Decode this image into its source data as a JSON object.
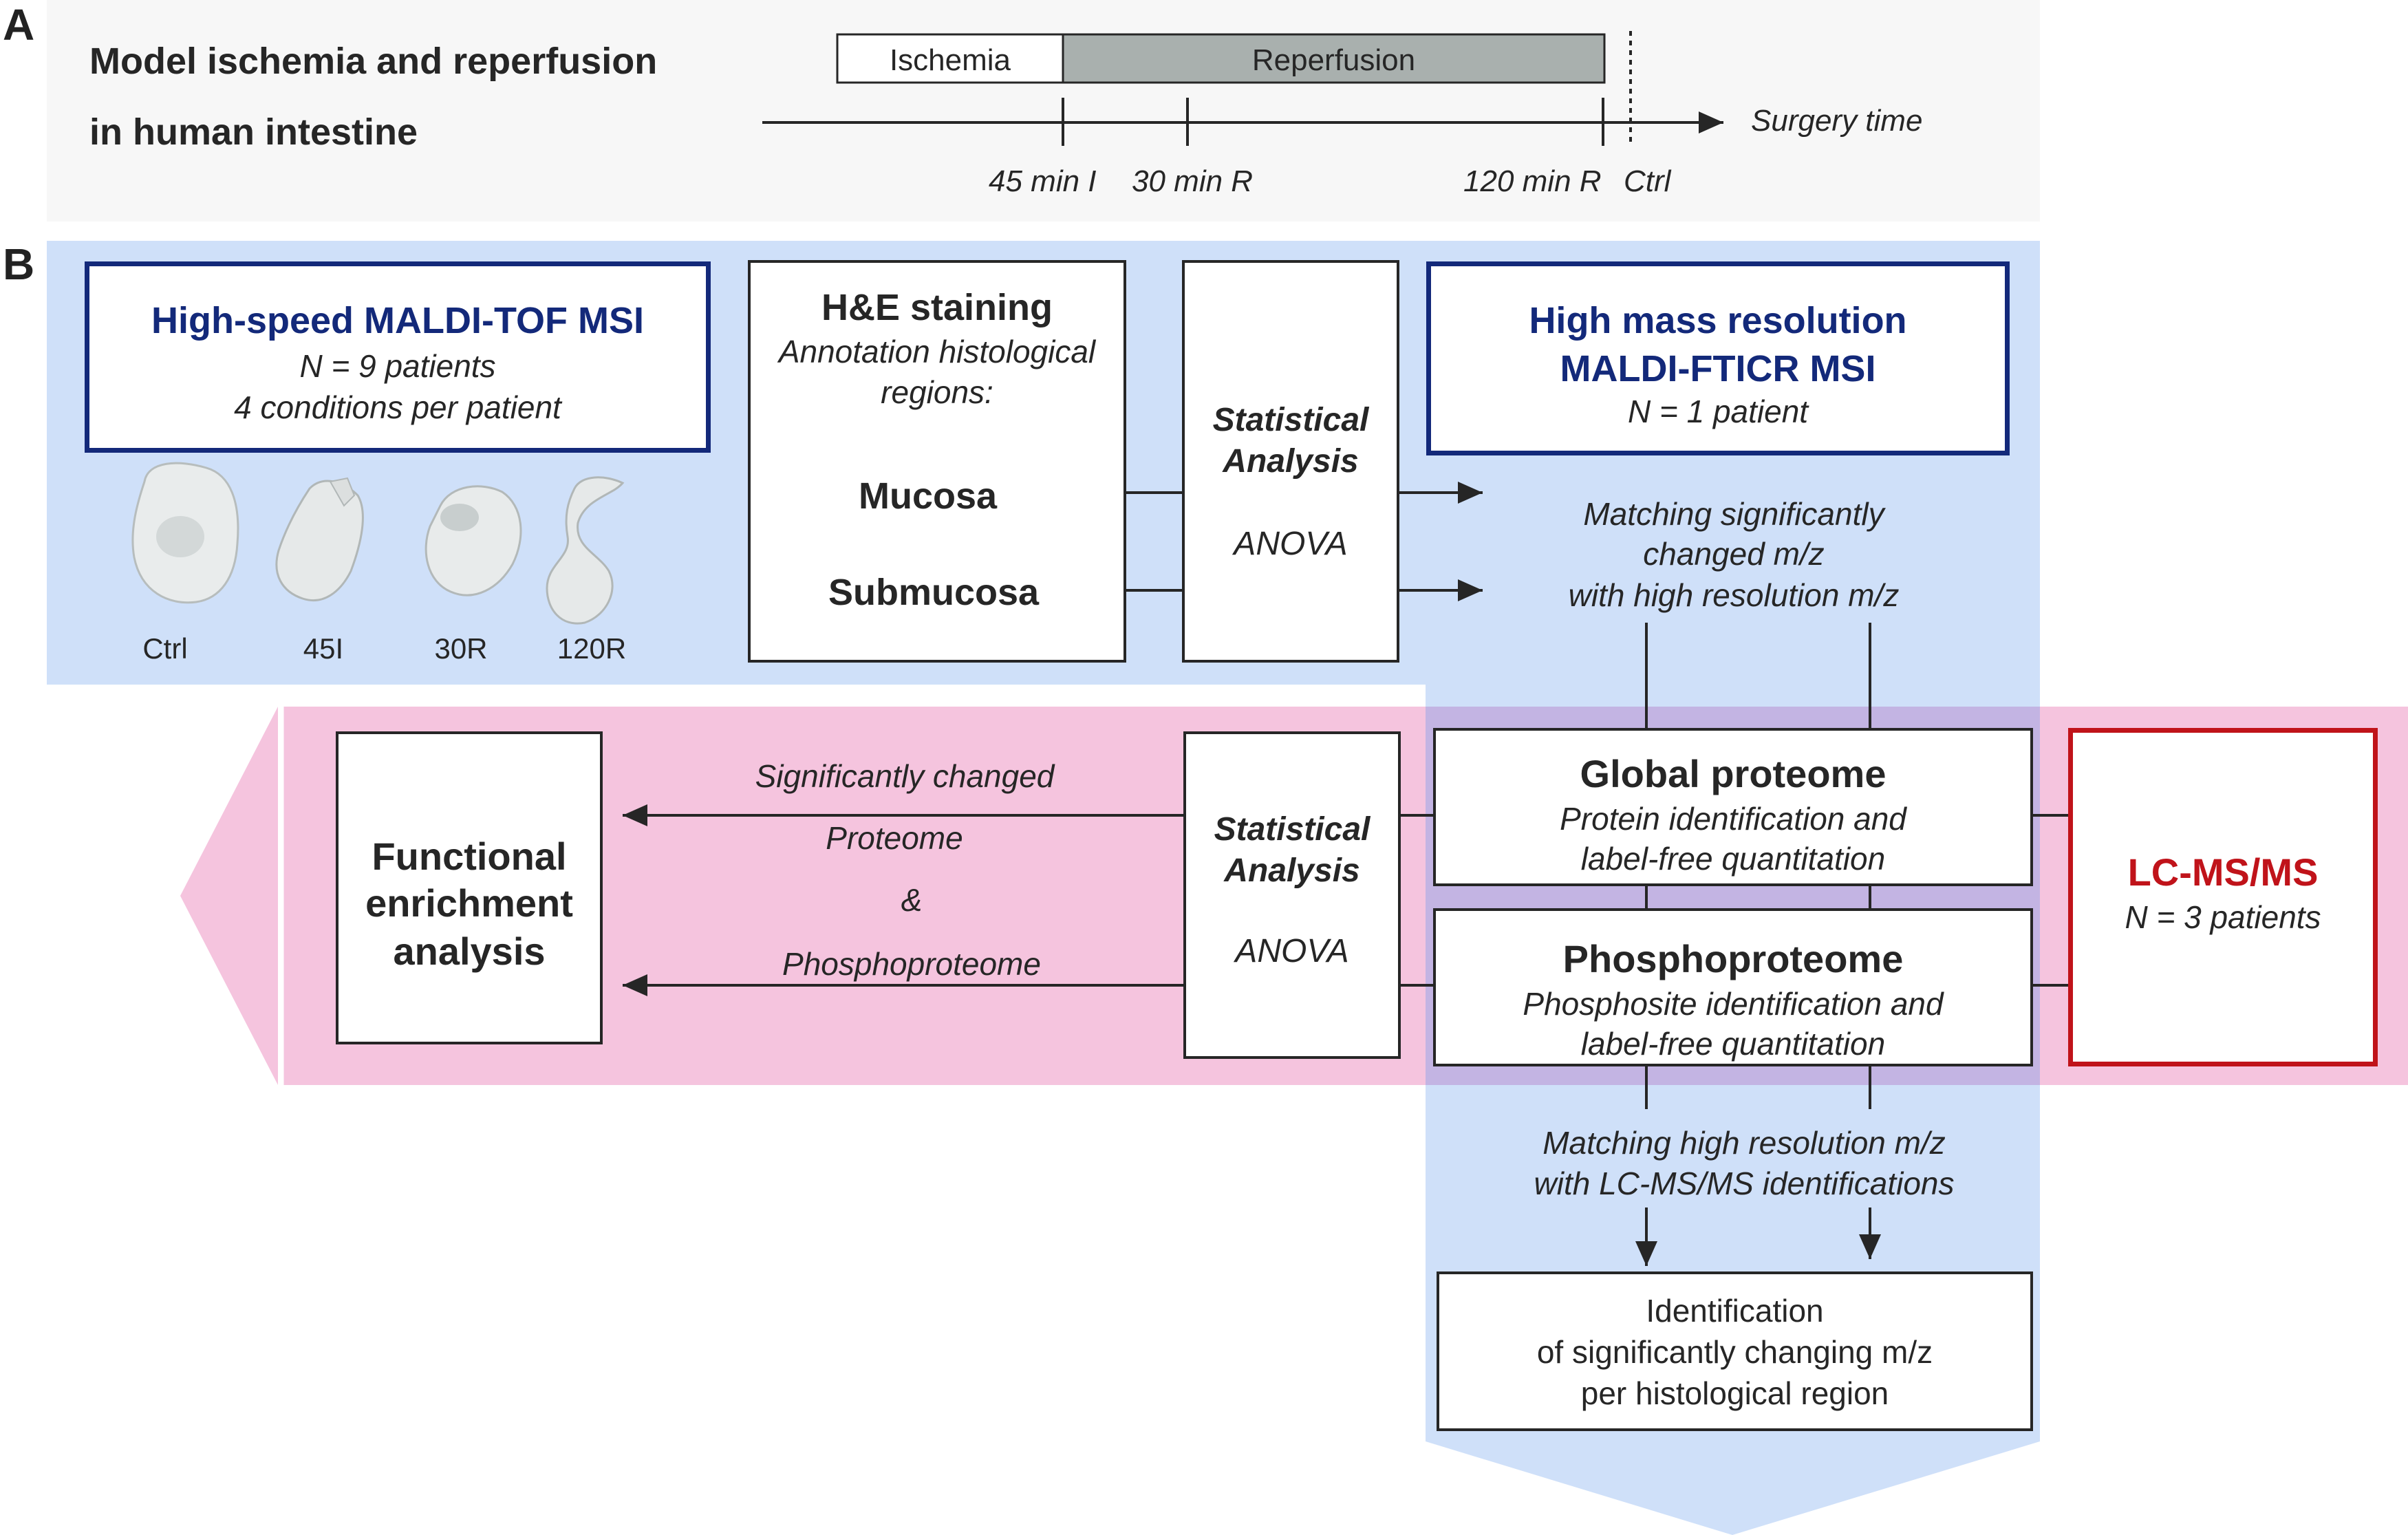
{
  "colors": {
    "panel_a_bg": "#f7f7f7",
    "blue_panel": "#cfe0f9",
    "pink_panel": "#f5c4de",
    "overlap": "#c3b4e3",
    "navy": "#13297a",
    "red": "#c0131a",
    "reperfusion_bar": "#a9b0ae"
  },
  "panel_a": {
    "letter": "A",
    "title_line1": "Model ischemia and reperfusion",
    "title_line2": "in human intestine",
    "ischemia_label": "Ischemia",
    "reperfusion_label": "Reperfusion",
    "axis_label": "Surgery time",
    "ticks": [
      "45 min I",
      "30 min R",
      "120 min R",
      "Ctrl"
    ]
  },
  "panel_b": {
    "letter": "B",
    "tof_box": {
      "title": "High-speed MALDI-TOF MSI",
      "line1": "N = 9 patients",
      "line2": "4 conditions per patient"
    },
    "tissue_labels": [
      "Ctrl",
      "45I",
      "30R",
      "120R"
    ],
    "he_box": {
      "title": "H&E staining",
      "line1": "Annotation histological",
      "line2": "regions:",
      "mucosa": "Mucosa",
      "submucosa": "Submucosa"
    },
    "stat_box_top": {
      "line1": "Statistical",
      "line2": "Analysis",
      "method": "ANOVA"
    },
    "fticr_box": {
      "title_line1": "High mass resolution",
      "title_line2": "MALDI-FTICR MSI",
      "line1": "N = 1 patient"
    },
    "matching_text": [
      "Matching significantly",
      "changed m/z",
      "with high resolution m/z"
    ],
    "functional_box": [
      "Functional",
      "enrichment",
      "analysis"
    ],
    "changed_text": [
      "Significantly changed",
      "Proteome",
      "&",
      "Phosphoproteome"
    ],
    "stat_box_bottom": {
      "line1": "Statistical",
      "line2": "Analysis",
      "method": "ANOVA"
    },
    "global_box": {
      "title": "Global proteome",
      "line1": "Protein identification and",
      "line2": "label-free quantitation"
    },
    "phospho_box": {
      "title": "Phosphoproteome",
      "line1": "Phosphosite identification and",
      "line2": "label-free quantitation"
    },
    "lcms_box": {
      "title": "LC-MS/MS",
      "line1": "N = 3 patients"
    },
    "matching_lc_text": [
      "Matching high resolution m/z",
      "with LC-MS/MS identifications"
    ],
    "identification_box": [
      "Identification",
      "of significantly changing m/z",
      "per histological region"
    ]
  }
}
